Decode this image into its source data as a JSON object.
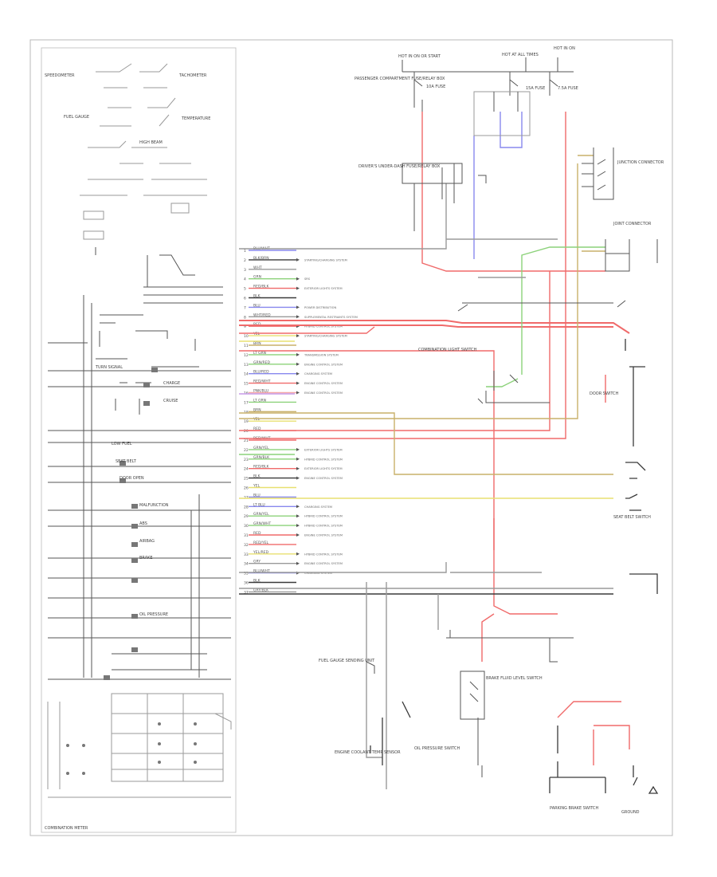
{
  "cluster": {
    "footer_label": "COMBINATION METER",
    "items": [
      {
        "label": "SPEEDOMETER"
      },
      {
        "label": "TACHOMETER"
      },
      {
        "label": "FUEL GAUGE"
      },
      {
        "label": "TEMPERATURE"
      },
      {
        "label": "HIGH BEAM"
      },
      {
        "label": "TURN SIGNAL"
      },
      {
        "label": "CHARGE"
      },
      {
        "label": "CRUISE"
      },
      {
        "label": "LOW FUEL"
      },
      {
        "label": "SEAT BELT"
      },
      {
        "label": "DOOR OPEN"
      },
      {
        "label": "MALFUNCTION"
      },
      {
        "label": "ABS"
      },
      {
        "label": "AIRBAG"
      },
      {
        "label": "BRAKE"
      },
      {
        "label": "OIL PRESSURE"
      }
    ]
  },
  "connector": {
    "pins": [
      {
        "num": "1",
        "wire": "BLU/WHT"
      },
      {
        "num": "2",
        "wire": "BLK/BRN"
      },
      {
        "num": "3",
        "wire": "WHT"
      },
      {
        "num": "4",
        "wire": "GRN"
      },
      {
        "num": "5",
        "wire": "RED/BLK"
      },
      {
        "num": "6",
        "wire": "BLK"
      },
      {
        "num": "7",
        "wire": "BLU"
      },
      {
        "num": "8",
        "wire": "WHT/RED"
      },
      {
        "num": "9",
        "wire": "RED"
      },
      {
        "num": "10",
        "wire": "YEL"
      },
      {
        "num": "11",
        "wire": "BRN"
      },
      {
        "num": "12",
        "wire": "LT GRN"
      },
      {
        "num": "13",
        "wire": "GRN/RED"
      },
      {
        "num": "14",
        "wire": "BLU/RED"
      },
      {
        "num": "15",
        "wire": "RED/WHT"
      },
      {
        "num": "16",
        "wire": "PNK/BLU"
      },
      {
        "num": "17",
        "wire": "LT GRN"
      },
      {
        "num": "18",
        "wire": "BRN"
      },
      {
        "num": "19",
        "wire": "YEL"
      },
      {
        "num": "20",
        "wire": "RED"
      },
      {
        "num": "21",
        "wire": "RED/WHT"
      },
      {
        "num": "22",
        "wire": "GRN/YEL"
      },
      {
        "num": "23",
        "wire": "GRN/BLK"
      },
      {
        "num": "24",
        "wire": "RED/BLK"
      },
      {
        "num": "25",
        "wire": "BLK"
      },
      {
        "num": "26",
        "wire": "YEL"
      },
      {
        "num": "27",
        "wire": "BLU"
      },
      {
        "num": "28",
        "wire": "LT BLU"
      },
      {
        "num": "29",
        "wire": "GRN/YEL"
      },
      {
        "num": "30",
        "wire": "GRN/WHT"
      },
      {
        "num": "31",
        "wire": "RED"
      },
      {
        "num": "32",
        "wire": "RED/YEL"
      },
      {
        "num": "33",
        "wire": "YEL/RED"
      },
      {
        "num": "34",
        "wire": "GRY"
      },
      {
        "num": "35",
        "wire": "BLU/WHT"
      },
      {
        "num": "36",
        "wire": "BLK"
      },
      {
        "num": "37",
        "wire": "GRY/BLK"
      }
    ],
    "systems": [
      {
        "pin": "2",
        "text": "STARTING/CHARGING SYSTEM"
      },
      {
        "pin": "4",
        "text": "SRS"
      },
      {
        "pin": "5",
        "text": "EXTERIOR LIGHTS SYSTEM"
      },
      {
        "pin": "7",
        "text": "POWER DISTRIBUTION"
      },
      {
        "pin": "8",
        "text": "SUPPLEMENTAL RESTRAINTS SYSTEM"
      },
      {
        "pin": "9",
        "text": "HYBRID CONTROL SYSTEM"
      },
      {
        "pin": "10",
        "text": "STARTING/CHARGING SYSTEM"
      },
      {
        "pin": "12",
        "text": "TRANSMISSION SYSTEM"
      },
      {
        "pin": "13",
        "text": "ENGINE CONTROL SYSTEM"
      },
      {
        "pin": "14",
        "text": "CHARGING SYSTEM"
      },
      {
        "pin": "15",
        "text": "ENGINE CONTROL SYSTEM"
      },
      {
        "pin": "16",
        "text": "ENGINE CONTROL SYSTEM"
      },
      {
        "pin": "22",
        "text": "EXTERIOR LIGHTS SYSTEM"
      },
      {
        "pin": "23",
        "text": "HYBRID CONTROL SYSTEM"
      },
      {
        "pin": "24",
        "text": "EXTERIOR LIGHTS SYSTEM"
      },
      {
        "pin": "25",
        "text": "ENGINE CONTROL SYSTEM"
      },
      {
        "pin": "28",
        "text": "CHARGING SYSTEM"
      },
      {
        "pin": "29",
        "text": "HYBRID CONTROL SYSTEM"
      },
      {
        "pin": "30",
        "text": "HYBRID CONTROL SYSTEM"
      },
      {
        "pin": "31",
        "text": "ENGINE CONTROL SYSTEM"
      },
      {
        "pin": "33",
        "text": "HYBRID CONTROL SYSTEM"
      },
      {
        "pin": "34",
        "text": "ENGINE CONTROL SYSTEM"
      },
      {
        "pin": "35",
        "text": "CHARGING SYSTEM"
      }
    ]
  },
  "fuses": {
    "top_left": "HOT IN ON OR START",
    "top_mid": "HOT AT ALL TIMES",
    "top_right": "HOT IN ON",
    "fuse_a": "10A FUSE",
    "fuse_b": "15A FUSE",
    "fuse_c": "7.5A FUSE"
  },
  "components": {
    "passenger_box": "PASSENGER COMPARTMENT FUSE/RELAY BOX",
    "driver_box": "DRIVER'S UNDER-DASH FUSE/RELAY BOX",
    "junction": "JUNCTION CONNECTOR",
    "joint": "JOINT CONNECTOR",
    "seat_belt": "SEAT BELT SWITCH",
    "door_switch": "DOOR SWITCH",
    "brake_fluid": "BRAKE FLUID LEVEL SWITCH",
    "fuel_gauge": "FUEL GAUGE SENDING UNIT",
    "engine_temp": "ENGINE COOLANT TEMP SENSOR",
    "oil_pressure": "OIL PRESSURE SWITCH",
    "parking_brake": "PARKING BRAKE SWITCH",
    "light_switch": "COMBINATION LIGHT SWITCH",
    "ground_point": "GROUND"
  },
  "colors": {
    "red": "#f06a6a",
    "pink": "#f5a8a8",
    "yellow": "#e8e070",
    "olive": "#c9b06a",
    "green": "#8cd27a",
    "blue": "#8888ee",
    "purple": "#c79ae8",
    "orange": "#f0a060",
    "black": "#3a3a3a",
    "gray": "#9a9a9a"
  }
}
